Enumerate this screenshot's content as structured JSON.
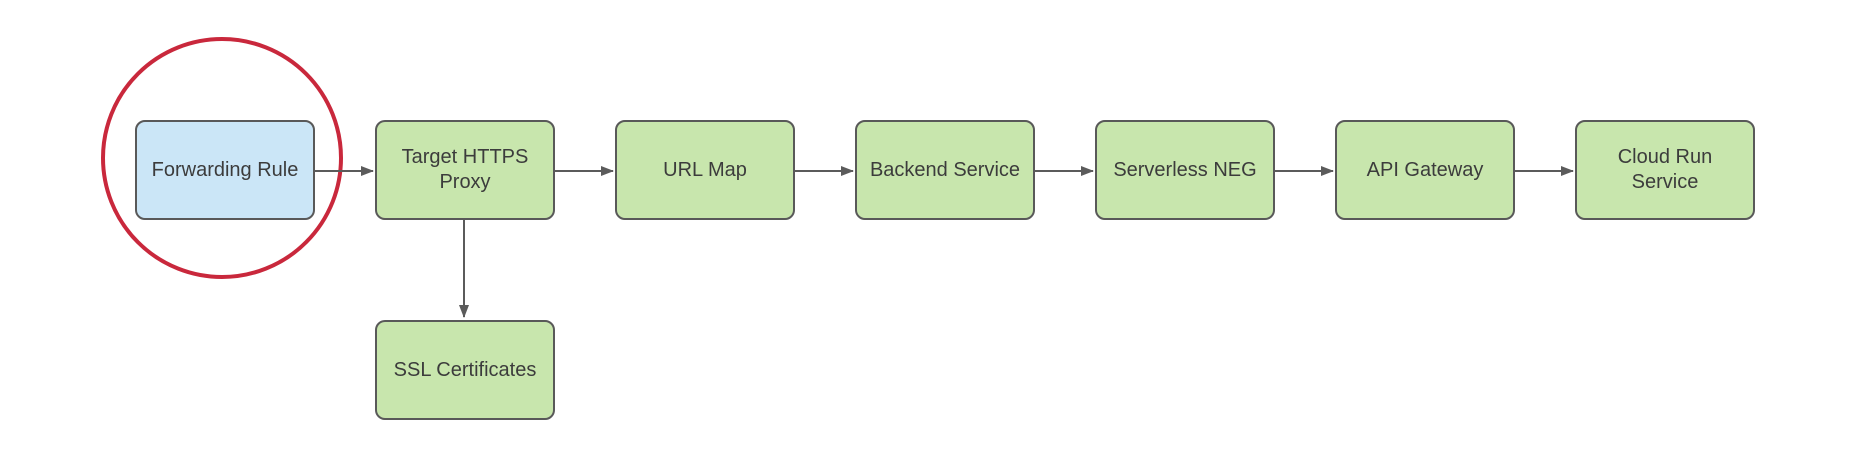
{
  "diagram": {
    "type": "flowchart",
    "nodes": [
      {
        "id": "forwarding-rule",
        "label": "Forwarding Rule",
        "fill": "#cbe6f7",
        "highlighted": true
      },
      {
        "id": "target-https-proxy",
        "label": "Target HTTPS Proxy",
        "fill": "#c8e6ad",
        "highlighted": false
      },
      {
        "id": "url-map",
        "label": "URL Map",
        "fill": "#c8e6ad",
        "highlighted": false
      },
      {
        "id": "backend-service",
        "label": "Backend Service",
        "fill": "#c8e6ad",
        "highlighted": false
      },
      {
        "id": "serverless-neg",
        "label": "Serverless NEG",
        "fill": "#c8e6ad",
        "highlighted": false
      },
      {
        "id": "api-gateway",
        "label": "API Gateway",
        "fill": "#c8e6ad",
        "highlighted": false
      },
      {
        "id": "cloud-run-service",
        "label": "Cloud Run Service",
        "fill": "#c8e6ad",
        "highlighted": false
      },
      {
        "id": "ssl-certificates",
        "label": "SSL Certificates",
        "fill": "#c8e6ad",
        "highlighted": false
      }
    ],
    "edges": [
      {
        "from": "forwarding-rule",
        "to": "target-https-proxy",
        "direction": "right"
      },
      {
        "from": "target-https-proxy",
        "to": "url-map",
        "direction": "right"
      },
      {
        "from": "url-map",
        "to": "backend-service",
        "direction": "right"
      },
      {
        "from": "backend-service",
        "to": "serverless-neg",
        "direction": "right"
      },
      {
        "from": "serverless-neg",
        "to": "api-gateway",
        "direction": "right"
      },
      {
        "from": "api-gateway",
        "to": "cloud-run-service",
        "direction": "right"
      },
      {
        "from": "target-https-proxy",
        "to": "ssl-certificates",
        "direction": "down"
      }
    ],
    "annotations": [
      {
        "type": "highlight-circle",
        "target": "forwarding-rule",
        "color": "#c9283c"
      }
    ],
    "colors": {
      "node_border": "#595959",
      "arrow": "#5b5b5b",
      "text": "#3c3c3c",
      "highlight": "#c9283c",
      "green_fill": "#c8e6ad",
      "blue_fill": "#cbe6f7"
    }
  }
}
